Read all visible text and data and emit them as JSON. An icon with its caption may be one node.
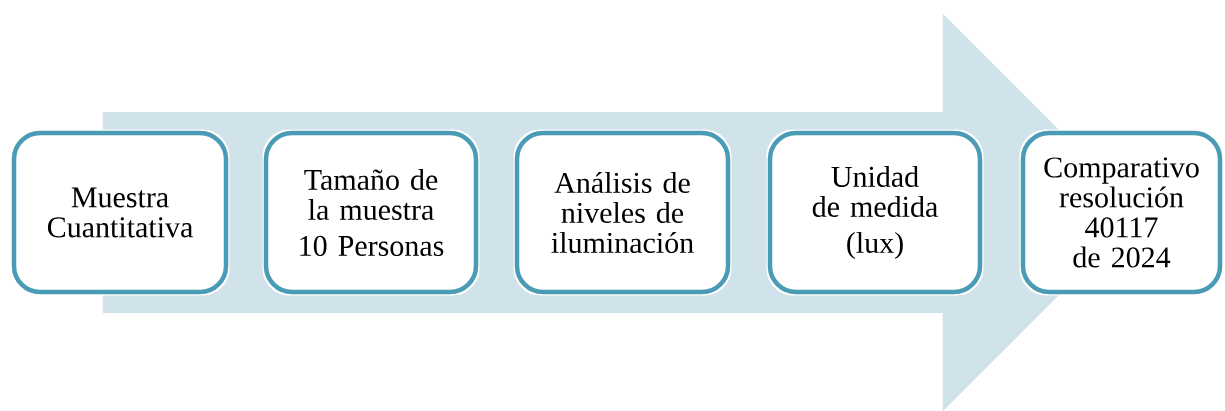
{
  "diagram": {
    "nodes": [
      {
        "text": [
          "Muestra Cuantitativa"
        ]
      },
      {
        "text": [
          "Tamaño de la muestra",
          "10 Personas"
        ]
      },
      {
        "text": [
          "Análisis de niveles de iluminación"
        ]
      },
      {
        "text": [
          "Unidad de medida",
          "(lux)"
        ]
      },
      {
        "text": [
          "Comparativo resolución 40117 de 2024"
        ]
      }
    ],
    "edges": [
      {
        "from": 0,
        "to": 4,
        "arrow": "to"
      }
    ]
  }
}
